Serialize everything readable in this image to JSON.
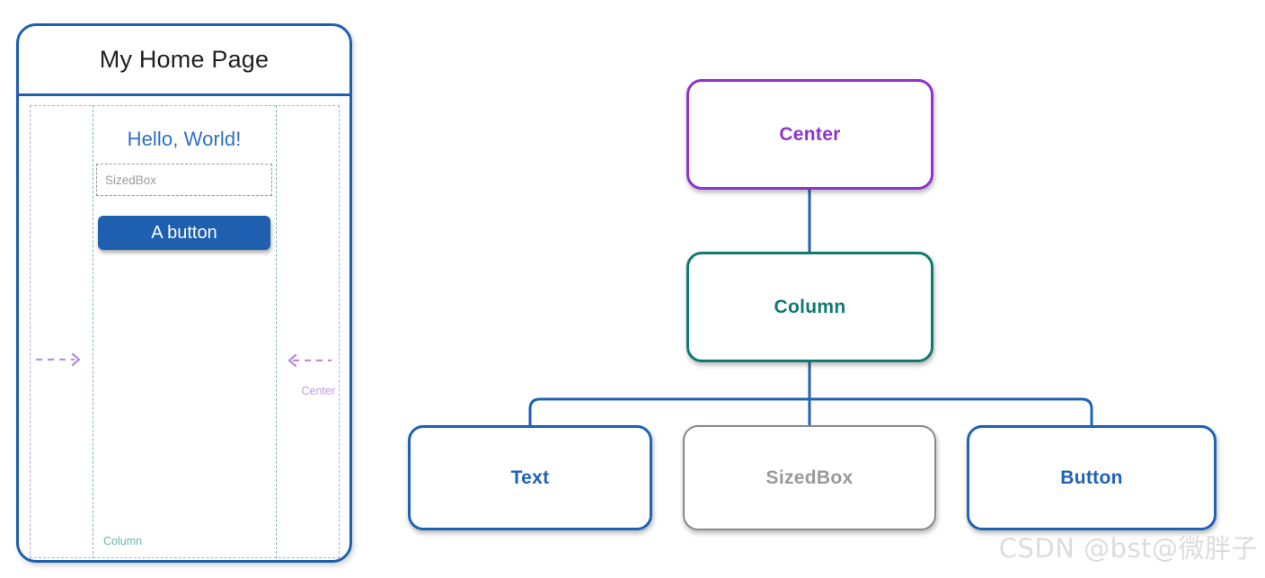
{
  "phone": {
    "appbar": {
      "title": "My Home Page"
    },
    "widgets": {
      "text_label": "Hello, World!",
      "sizedbox_label": "SizedBox",
      "button_label": "A button"
    },
    "guides": {
      "center_label": "Center",
      "column_label": "Column",
      "arrow_left": "–––❯",
      "arrow_right": "❮–––",
      "center_color": "#c59fe0",
      "column_color": "#72bbb1"
    },
    "frame_color": "#1f5fb0",
    "button_color": "#1f5fb0",
    "text_color": "#2f70c5"
  },
  "tree": {
    "nodes": [
      {
        "id": "center",
        "label": "Center",
        "color": "#8f33cf"
      },
      {
        "id": "column",
        "label": "Column",
        "color": "#107a72"
      },
      {
        "id": "text",
        "label": "Text",
        "color": "#1f63b5"
      },
      {
        "id": "sizedbox",
        "label": "SizedBox",
        "color": "#9a9a9a"
      },
      {
        "id": "button",
        "label": "Button",
        "color": "#1f63b5"
      }
    ],
    "edge_color": "#1f63b5"
  },
  "watermark": {
    "text": "CSDN @bst@微胖子"
  }
}
